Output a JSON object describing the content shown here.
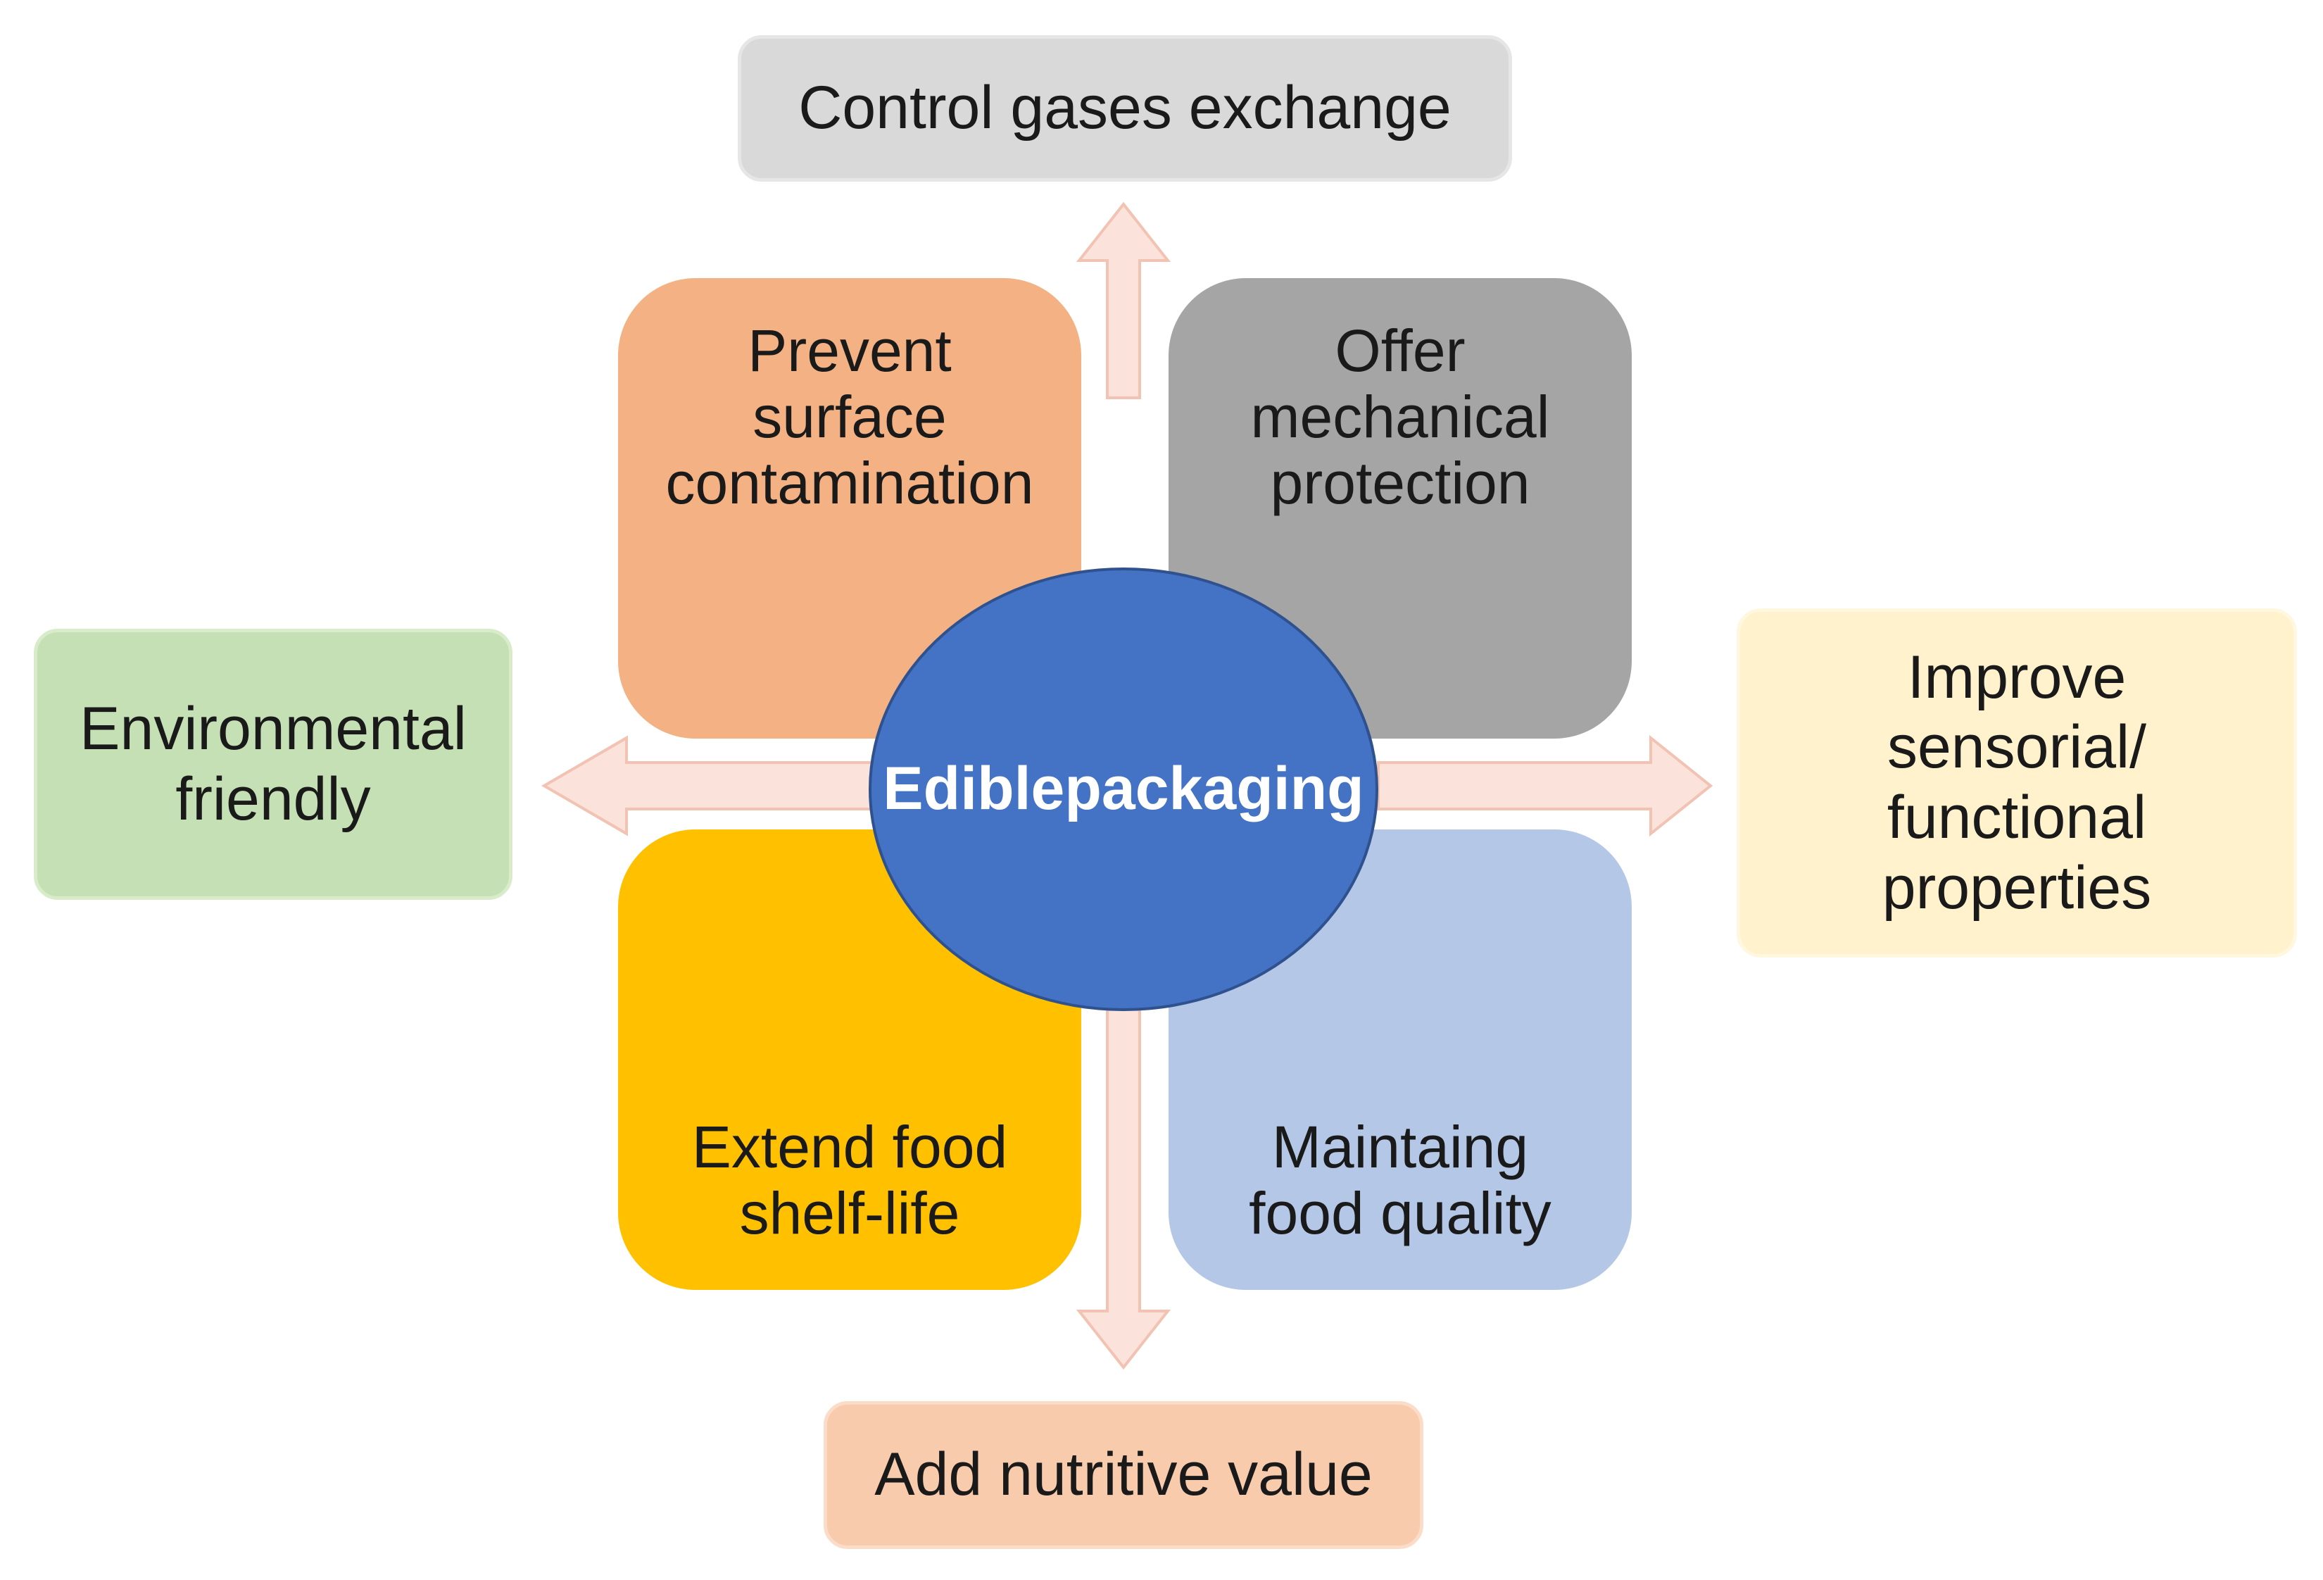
{
  "colors": {
    "arrow_fill": "#fbe3dc",
    "arrow_stroke": "#f2c2b3",
    "center_fill": "#4472c4",
    "center_text": "#ffffff"
  },
  "center": {
    "label": "Edible\npackaging"
  },
  "outer_boxes": {
    "top": {
      "label": "Control gases exchange",
      "fill": "#d9d9d9",
      "border": "#e6e6e6"
    },
    "left": {
      "label": "Environmental\nfriendly",
      "fill": "#c5e0b4",
      "border": "#d8ecca"
    },
    "right": {
      "label": "Improve\nsensorial/\nfunctional\nproperties",
      "fill": "#fff2cc",
      "border": "#fff7e0"
    },
    "bottom": {
      "label": "Add nutritive value",
      "fill": "#f8cbad",
      "border": "#fbdcc8"
    }
  },
  "quadrants": {
    "top_left": {
      "label": "Prevent\nsurface\ncontamination",
      "fill": "#f4b183"
    },
    "top_right": {
      "label": "Offer\nmechanical\nprotection",
      "fill": "#a5a5a5"
    },
    "bottom_left": {
      "label": "Extend food\nshelf-life",
      "fill": "#ffc000"
    },
    "bottom_right": {
      "label": "Maintaing\nfood quality",
      "fill": "#b4c7e7"
    }
  }
}
